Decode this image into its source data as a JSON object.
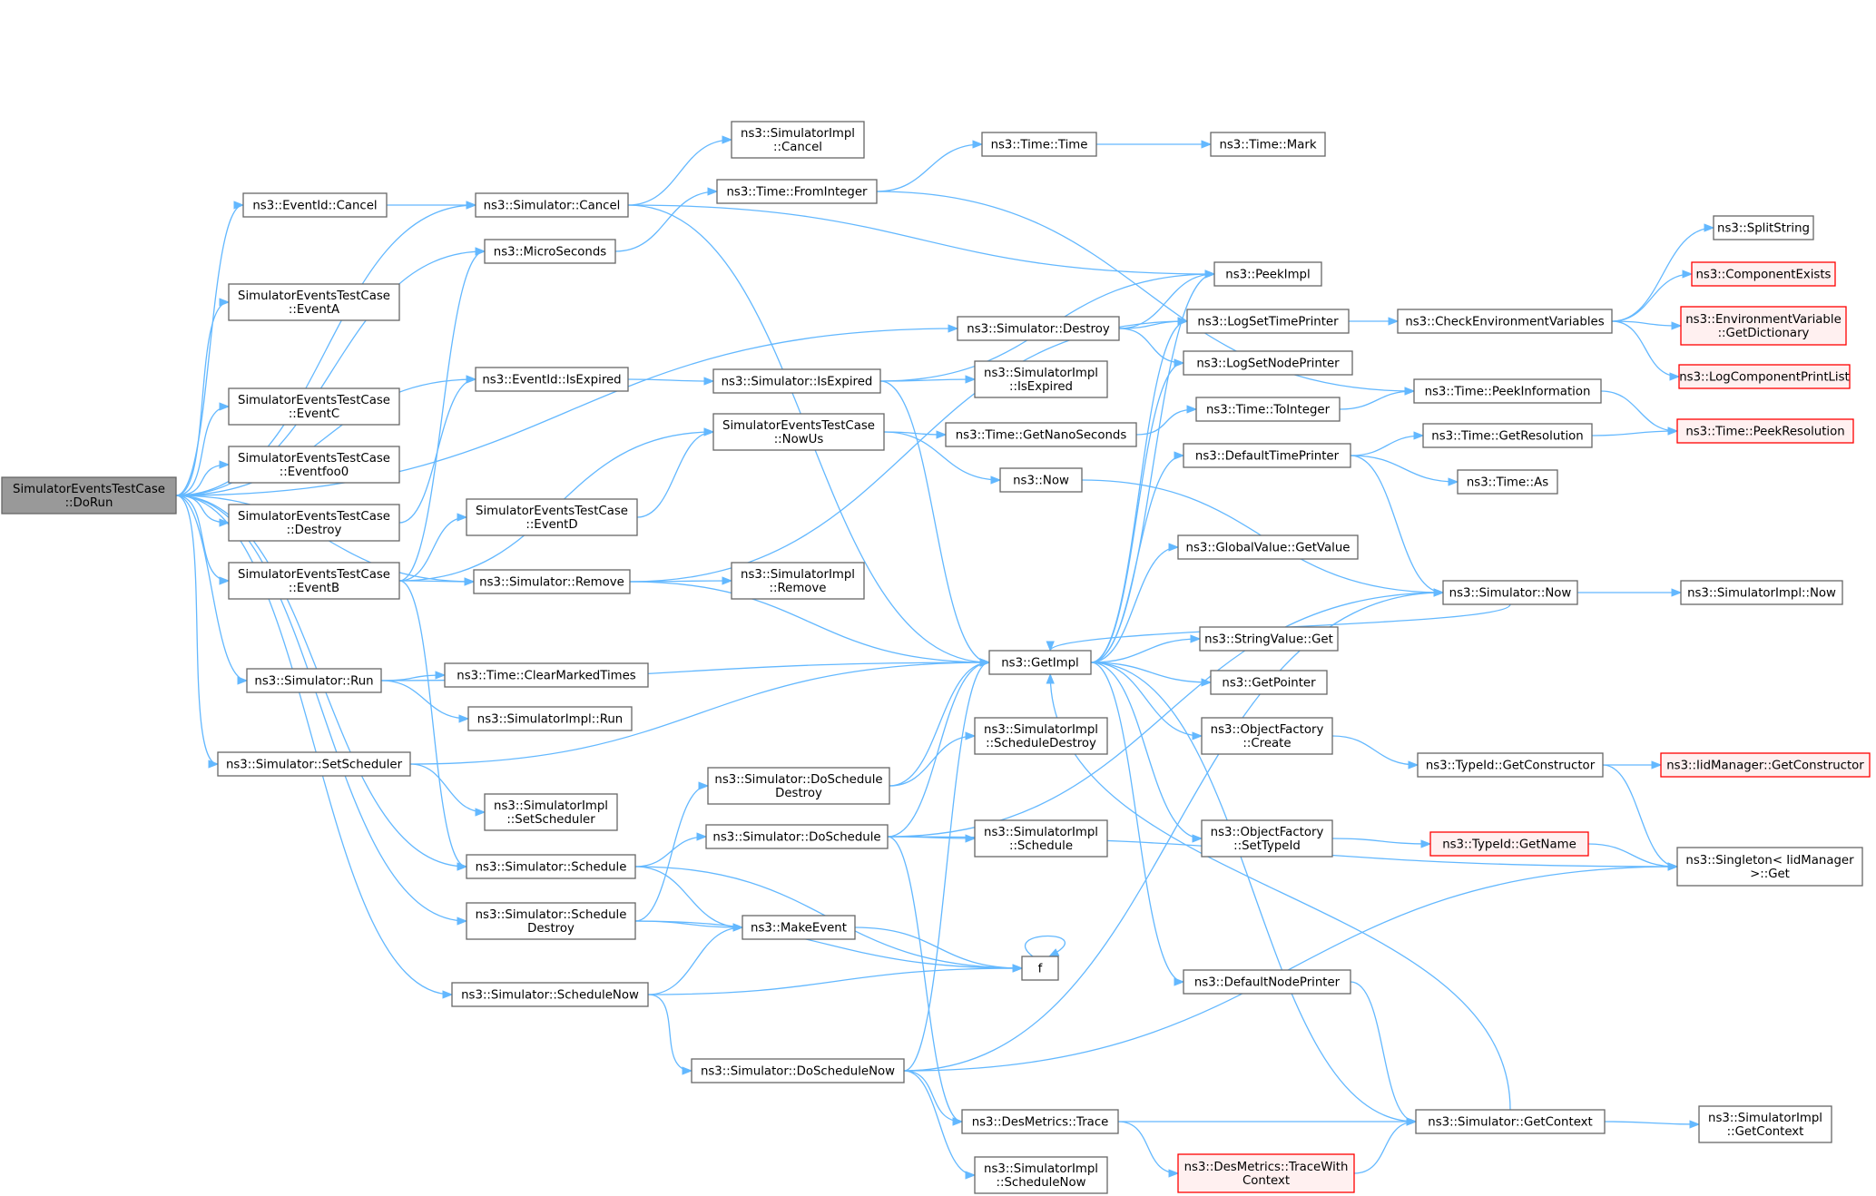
{
  "colors": {
    "edge": "#63b8ff",
    "node_border": "#666666",
    "root_fill": "#999999",
    "truncated_border": "#ff0000",
    "truncated_fill": "#fff0f0"
  },
  "nodes": [
    {
      "id": "root",
      "lines": [
        "SimulatorEventsTestCase",
        "::DoRun"
      ],
      "kind": "root"
    },
    {
      "id": "eventid_cancel",
      "lines": [
        "ns3::EventId::Cancel"
      ]
    },
    {
      "id": "ev_a",
      "lines": [
        "SimulatorEventsTestCase",
        "::EventA"
      ]
    },
    {
      "id": "ev_c",
      "lines": [
        "SimulatorEventsTestCase",
        "::EventC"
      ]
    },
    {
      "id": "ev_foo0",
      "lines": [
        "SimulatorEventsTestCase",
        "::Eventfoo0"
      ]
    },
    {
      "id": "tc_destroy",
      "lines": [
        "SimulatorEventsTestCase",
        "::Destroy"
      ]
    },
    {
      "id": "ev_b",
      "lines": [
        "SimulatorEventsTestCase",
        "::EventB"
      ]
    },
    {
      "id": "sim_run",
      "lines": [
        "ns3::Simulator::Run"
      ]
    },
    {
      "id": "sim_setsched",
      "lines": [
        "ns3::Simulator::SetScheduler"
      ]
    },
    {
      "id": "sim_cancel",
      "lines": [
        "ns3::Simulator::Cancel"
      ]
    },
    {
      "id": "microseconds",
      "lines": [
        "ns3::MicroSeconds"
      ]
    },
    {
      "id": "eventid_isexpired",
      "lines": [
        "ns3::EventId::IsExpired"
      ]
    },
    {
      "id": "ev_d",
      "lines": [
        "SimulatorEventsTestCase",
        "::EventD"
      ]
    },
    {
      "id": "sim_remove",
      "lines": [
        "ns3::Simulator::Remove"
      ]
    },
    {
      "id": "clearmarked",
      "lines": [
        "ns3::Time::ClearMarkedTimes"
      ]
    },
    {
      "id": "impl_run",
      "lines": [
        "ns3::SimulatorImpl::Run"
      ]
    },
    {
      "id": "impl_setsched",
      "lines": [
        "ns3::SimulatorImpl",
        "::SetScheduler"
      ]
    },
    {
      "id": "sim_schedule",
      "lines": [
        "ns3::Simulator::Schedule"
      ]
    },
    {
      "id": "sim_scheddestroy",
      "lines": [
        "ns3::Simulator::Schedule",
        "Destroy"
      ]
    },
    {
      "id": "sim_schednow",
      "lines": [
        "ns3::Simulator::ScheduleNow"
      ]
    },
    {
      "id": "impl_cancel",
      "lines": [
        "ns3::SimulatorImpl",
        "::Cancel"
      ]
    },
    {
      "id": "time_frominteger",
      "lines": [
        "ns3::Time::FromInteger"
      ]
    },
    {
      "id": "sim_isexpired",
      "lines": [
        "ns3::Simulator::IsExpired"
      ]
    },
    {
      "id": "nowus",
      "lines": [
        "SimulatorEventsTestCase",
        "::NowUs"
      ]
    },
    {
      "id": "impl_remove",
      "lines": [
        "ns3::SimulatorImpl",
        "::Remove"
      ]
    },
    {
      "id": "sim_doschedule_destroy",
      "lines": [
        "ns3::Simulator::DoSchedule",
        "Destroy"
      ]
    },
    {
      "id": "sim_doschedule",
      "lines": [
        "ns3::Simulator::DoSchedule"
      ]
    },
    {
      "id": "makeevent",
      "lines": [
        "ns3::MakeEvent"
      ]
    },
    {
      "id": "sim_doschedulenow",
      "lines": [
        "ns3::Simulator::DoScheduleNow"
      ]
    },
    {
      "id": "time_time",
      "lines": [
        "ns3::Time::Time"
      ]
    },
    {
      "id": "sim_destroy",
      "lines": [
        "ns3::Simulator::Destroy"
      ]
    },
    {
      "id": "impl_isexpired",
      "lines": [
        "ns3::SimulatorImpl",
        "::IsExpired"
      ]
    },
    {
      "id": "time_getnano",
      "lines": [
        "ns3::Time::GetNanoSeconds"
      ]
    },
    {
      "id": "ns3_now",
      "lines": [
        "ns3::Now"
      ]
    },
    {
      "id": "getimpl",
      "lines": [
        "ns3::GetImpl"
      ]
    },
    {
      "id": "impl_scheddestroy",
      "lines": [
        "ns3::SimulatorImpl",
        "::ScheduleDestroy"
      ]
    },
    {
      "id": "impl_schedule",
      "lines": [
        "ns3::SimulatorImpl",
        "::Schedule"
      ]
    },
    {
      "id": "f",
      "lines": [
        "f"
      ]
    },
    {
      "id": "desmetrics_trace",
      "lines": [
        "ns3::DesMetrics::Trace"
      ]
    },
    {
      "id": "impl_schednow",
      "lines": [
        "ns3::SimulatorImpl",
        "::ScheduleNow"
      ]
    },
    {
      "id": "time_mark",
      "lines": [
        "ns3::Time::Mark"
      ]
    },
    {
      "id": "peekimpl",
      "lines": [
        "ns3::PeekImpl"
      ]
    },
    {
      "id": "logsettime",
      "lines": [
        "ns3::LogSetTimePrinter"
      ]
    },
    {
      "id": "logsetnode",
      "lines": [
        "ns3::LogSetNodePrinter"
      ]
    },
    {
      "id": "time_tointeger",
      "lines": [
        "ns3::Time::ToInteger"
      ]
    },
    {
      "id": "default_timeprinter",
      "lines": [
        "ns3::DefaultTimePrinter"
      ]
    },
    {
      "id": "globalvalue_get",
      "lines": [
        "ns3::GlobalValue::GetValue"
      ]
    },
    {
      "id": "stringvalue_get",
      "lines": [
        "ns3::StringValue::Get"
      ]
    },
    {
      "id": "getpointer",
      "lines": [
        "ns3::GetPointer"
      ]
    },
    {
      "id": "objfactory_create",
      "lines": [
        "ns3::ObjectFactory",
        "::Create"
      ]
    },
    {
      "id": "objfactory_settypeid",
      "lines": [
        "ns3::ObjectFactory",
        "::SetTypeId"
      ]
    },
    {
      "id": "default_nodeprinter",
      "lines": [
        "ns3::DefaultNodePrinter"
      ]
    },
    {
      "id": "desmetrics_tracewith",
      "lines": [
        "ns3::DesMetrics::TraceWith",
        "Context"
      ],
      "kind": "trunc"
    },
    {
      "id": "check_env",
      "lines": [
        "ns3::CheckEnvironmentVariables"
      ]
    },
    {
      "id": "time_peekinfo",
      "lines": [
        "ns3::Time::PeekInformation"
      ]
    },
    {
      "id": "time_getres",
      "lines": [
        "ns3::Time::GetResolution"
      ]
    },
    {
      "id": "time_as",
      "lines": [
        "ns3::Time::As"
      ]
    },
    {
      "id": "sim_now",
      "lines": [
        "ns3::Simulator::Now"
      ]
    },
    {
      "id": "typeid_getctor",
      "lines": [
        "ns3::TypeId::GetConstructor"
      ]
    },
    {
      "id": "typeid_getname",
      "lines": [
        "ns3::TypeId::GetName"
      ],
      "kind": "trunc"
    },
    {
      "id": "sim_getcontext",
      "lines": [
        "ns3::Simulator::GetContext"
      ]
    },
    {
      "id": "splitstring",
      "lines": [
        "ns3::SplitString"
      ]
    },
    {
      "id": "compexists",
      "lines": [
        "ns3::ComponentExists"
      ],
      "kind": "trunc"
    },
    {
      "id": "envvar_getdict",
      "lines": [
        "ns3::EnvironmentVariable",
        "::GetDictionary"
      ],
      "kind": "trunc"
    },
    {
      "id": "logcomp_printlist",
      "lines": [
        "ns3::LogComponentPrintList"
      ],
      "kind": "trunc"
    },
    {
      "id": "time_peekres",
      "lines": [
        "ns3::Time::PeekResolution"
      ],
      "kind": "trunc"
    },
    {
      "id": "impl_now",
      "lines": [
        "ns3::SimulatorImpl::Now"
      ]
    },
    {
      "id": "iidmgr_getctor",
      "lines": [
        "ns3::IidManager::GetConstructor"
      ],
      "kind": "trunc"
    },
    {
      "id": "singleton_get",
      "lines": [
        "ns3::Singleton< IidManager",
        ">::Get"
      ]
    },
    {
      "id": "impl_getcontext",
      "lines": [
        "ns3::SimulatorImpl",
        "::GetContext"
      ]
    }
  ],
  "edges": [
    [
      "root",
      "eventid_cancel"
    ],
    [
      "root",
      "ev_a"
    ],
    [
      "root",
      "ev_c"
    ],
    [
      "root",
      "ev_foo0"
    ],
    [
      "root",
      "tc_destroy"
    ],
    [
      "root",
      "ev_b"
    ],
    [
      "root",
      "sim_run"
    ],
    [
      "root",
      "sim_setsched"
    ],
    [
      "root",
      "sim_cancel"
    ],
    [
      "root",
      "microseconds"
    ],
    [
      "root",
      "eventid_isexpired"
    ],
    [
      "root",
      "sim_remove"
    ],
    [
      "root",
      "sim_schedule"
    ],
    [
      "root",
      "sim_scheddestroy"
    ],
    [
      "root",
      "sim_schednow"
    ],
    [
      "root",
      "sim_destroy"
    ],
    [
      "eventid_cancel",
      "sim_cancel"
    ],
    [
      "tc_destroy",
      "eventid_isexpired"
    ],
    [
      "ev_b",
      "microseconds"
    ],
    [
      "ev_b",
      "ev_d"
    ],
    [
      "ev_b",
      "sim_remove"
    ],
    [
      "ev_b",
      "nowus"
    ],
    [
      "ev_b",
      "sim_schedule"
    ],
    [
      "ev_d",
      "nowus"
    ],
    [
      "sim_run",
      "clearmarked"
    ],
    [
      "sim_run",
      "impl_run"
    ],
    [
      "sim_run",
      "getimpl"
    ],
    [
      "sim_setsched",
      "impl_setsched"
    ],
    [
      "sim_setsched",
      "getimpl"
    ],
    [
      "sim_cancel",
      "impl_cancel"
    ],
    [
      "sim_cancel",
      "getimpl"
    ],
    [
      "sim_cancel",
      "peekimpl"
    ],
    [
      "microseconds",
      "time_frominteger"
    ],
    [
      "eventid_isexpired",
      "sim_isexpired"
    ],
    [
      "sim_remove",
      "impl_remove"
    ],
    [
      "sim_remove",
      "getimpl"
    ],
    [
      "sim_remove",
      "logsettime"
    ],
    [
      "sim_schedule",
      "sim_doschedule"
    ],
    [
      "sim_schedule",
      "makeevent"
    ],
    [
      "sim_schedule",
      "f"
    ],
    [
      "sim_scheddestroy",
      "sim_doschedule_destroy"
    ],
    [
      "sim_scheddestroy",
      "makeevent"
    ],
    [
      "sim_scheddestroy",
      "f"
    ],
    [
      "sim_schednow",
      "makeevent"
    ],
    [
      "sim_schednow",
      "f"
    ],
    [
      "sim_schednow",
      "sim_doschedulenow"
    ],
    [
      "time_frominteger",
      "time_time"
    ],
    [
      "time_frominteger",
      "time_peekinfo"
    ],
    [
      "time_time",
      "time_mark"
    ],
    [
      "sim_isexpired",
      "impl_isexpired"
    ],
    [
      "sim_isexpired",
      "getimpl"
    ],
    [
      "sim_isexpired",
      "peekimpl"
    ],
    [
      "nowus",
      "time_getnano"
    ],
    [
      "nowus",
      "ns3_now"
    ],
    [
      "sim_doschedule_destroy",
      "impl_scheddestroy"
    ],
    [
      "sim_doschedule_destroy",
      "getimpl"
    ],
    [
      "sim_doschedule",
      "impl_schedule"
    ],
    [
      "sim_doschedule",
      "getimpl"
    ],
    [
      "sim_doschedule",
      "sim_now"
    ],
    [
      "sim_doschedule",
      "desmetrics_trace"
    ],
    [
      "sim_doschedule",
      "singleton_get"
    ],
    [
      "makeevent",
      "f"
    ],
    [
      "f",
      "f"
    ],
    [
      "sim_doschedulenow",
      "impl_schednow"
    ],
    [
      "sim_doschedulenow",
      "getimpl"
    ],
    [
      "sim_doschedulenow",
      "desmetrics_trace"
    ],
    [
      "sim_doschedulenow",
      "sim_now"
    ],
    [
      "sim_doschedulenow",
      "singleton_get"
    ],
    [
      "sim_destroy",
      "peekimpl"
    ],
    [
      "sim_destroy",
      "logsettime"
    ],
    [
      "sim_destroy",
      "logsetnode"
    ],
    [
      "time_getnano",
      "time_tointeger"
    ],
    [
      "ns3_now",
      "sim_now"
    ],
    [
      "getimpl",
      "peekimpl"
    ],
    [
      "getimpl",
      "logsettime"
    ],
    [
      "getimpl",
      "logsetnode"
    ],
    [
      "getimpl",
      "default_timeprinter"
    ],
    [
      "getimpl",
      "globalvalue_get"
    ],
    [
      "getimpl",
      "stringvalue_get"
    ],
    [
      "getimpl",
      "getpointer"
    ],
    [
      "getimpl",
      "objfactory_create"
    ],
    [
      "getimpl",
      "objfactory_settypeid"
    ],
    [
      "getimpl",
      "default_nodeprinter"
    ],
    [
      "getimpl",
      "sim_getcontext"
    ],
    [
      "desmetrics_trace",
      "desmetrics_tracewith"
    ],
    [
      "desmetrics_trace",
      "sim_getcontext"
    ],
    [
      "desmetrics_tracewith",
      "sim_getcontext"
    ],
    [
      "logsettime",
      "check_env"
    ],
    [
      "time_tointeger",
      "time_peekinfo"
    ],
    [
      "default_timeprinter",
      "time_getres"
    ],
    [
      "default_timeprinter",
      "time_as"
    ],
    [
      "default_timeprinter",
      "sim_now"
    ],
    [
      "objfactory_create",
      "typeid_getctor"
    ],
    [
      "objfactory_settypeid",
      "typeid_getname"
    ],
    [
      "default_nodeprinter",
      "sim_getcontext"
    ],
    [
      "check_env",
      "splitstring"
    ],
    [
      "check_env",
      "compexists"
    ],
    [
      "check_env",
      "envvar_getdict"
    ],
    [
      "check_env",
      "logcomp_printlist"
    ],
    [
      "time_peekinfo",
      "time_peekres"
    ],
    [
      "time_getres",
      "time_peekres"
    ],
    [
      "sim_now",
      "impl_now"
    ],
    [
      "sim_now",
      "getimpl"
    ],
    [
      "typeid_getctor",
      "iidmgr_getctor"
    ],
    [
      "typeid_getctor",
      "singleton_get"
    ],
    [
      "typeid_getname",
      "singleton_get"
    ],
    [
      "sim_getcontext",
      "impl_getcontext"
    ],
    [
      "sim_getcontext",
      "getimpl"
    ]
  ]
}
